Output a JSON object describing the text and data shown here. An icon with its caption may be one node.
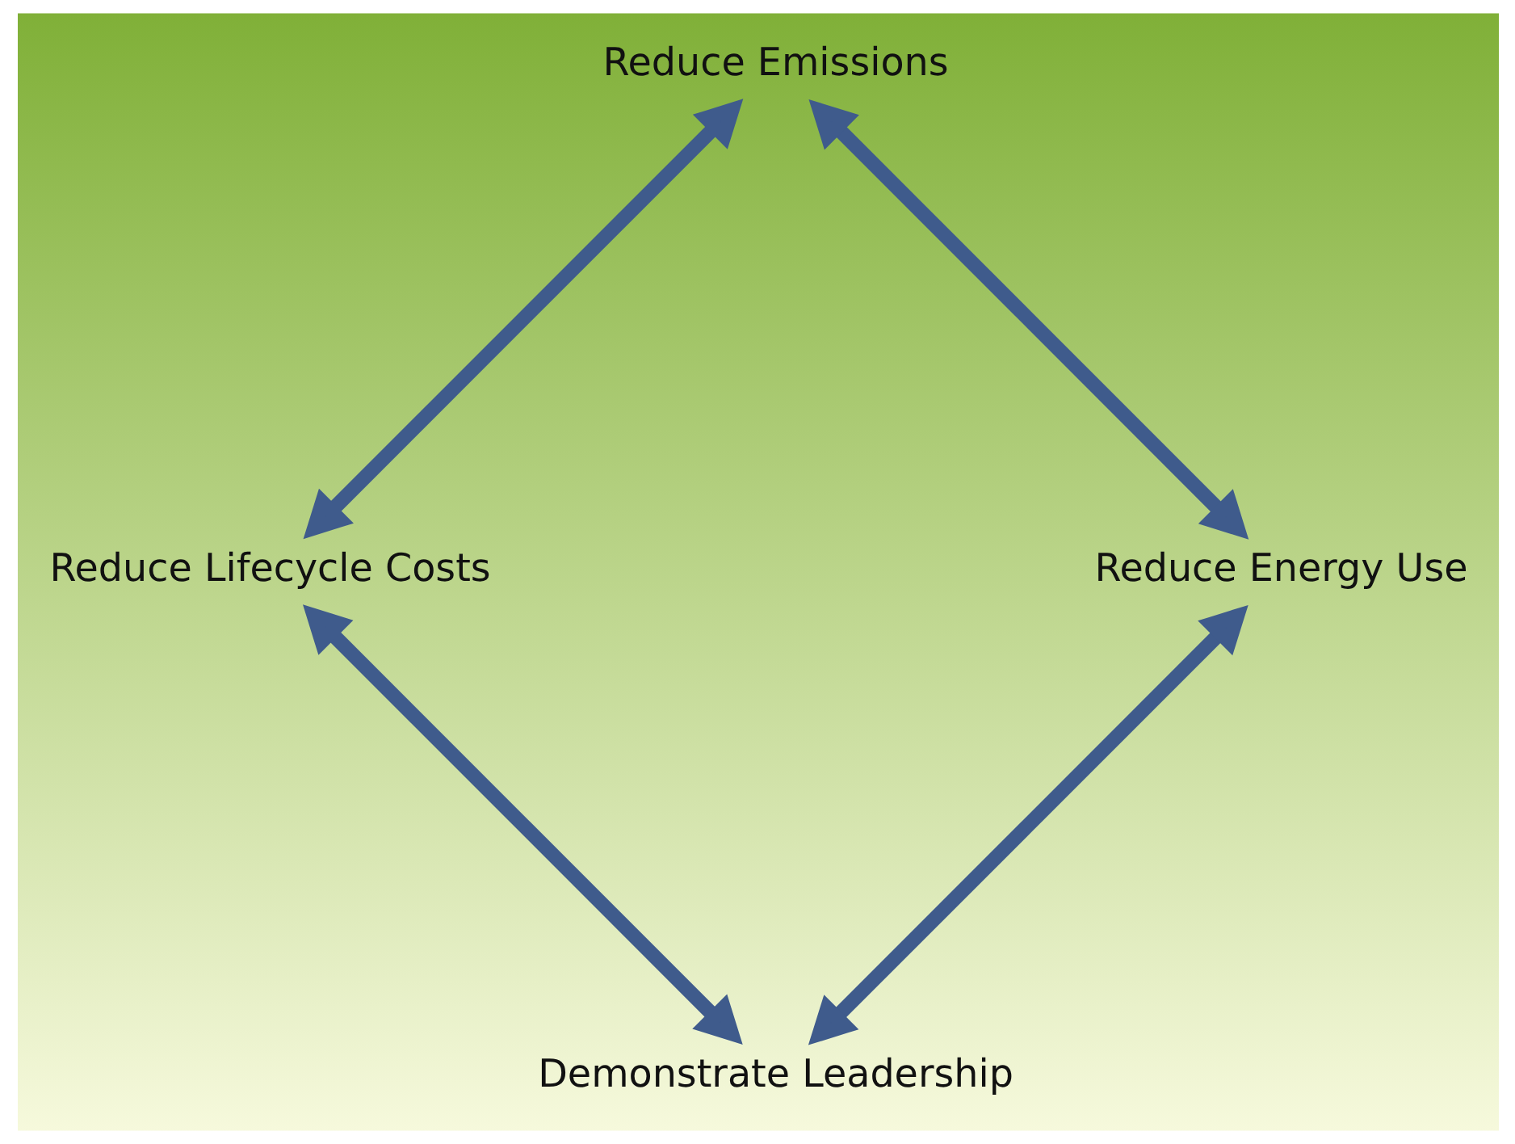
{
  "diagram": {
    "nodes": [
      {
        "text": [
          "Demonstrate Leadership"
        ]
      },
      {
        "text": [
          "Reduce Lifecycle Costs"
        ]
      },
      {
        "text": [
          "Reduce Emissions"
        ]
      },
      {
        "text": [
          "Reduce Energy Use"
        ]
      }
    ],
    "edges": [
      {
        "from": 0,
        "to": 1,
        "arrow": "both"
      },
      {
        "from": 1,
        "to": 2,
        "arrow": "both"
      },
      {
        "from": 2,
        "to": 3,
        "arrow": "both"
      },
      {
        "from": 3,
        "to": 0,
        "arrow": "both"
      }
    ]
  }
}
